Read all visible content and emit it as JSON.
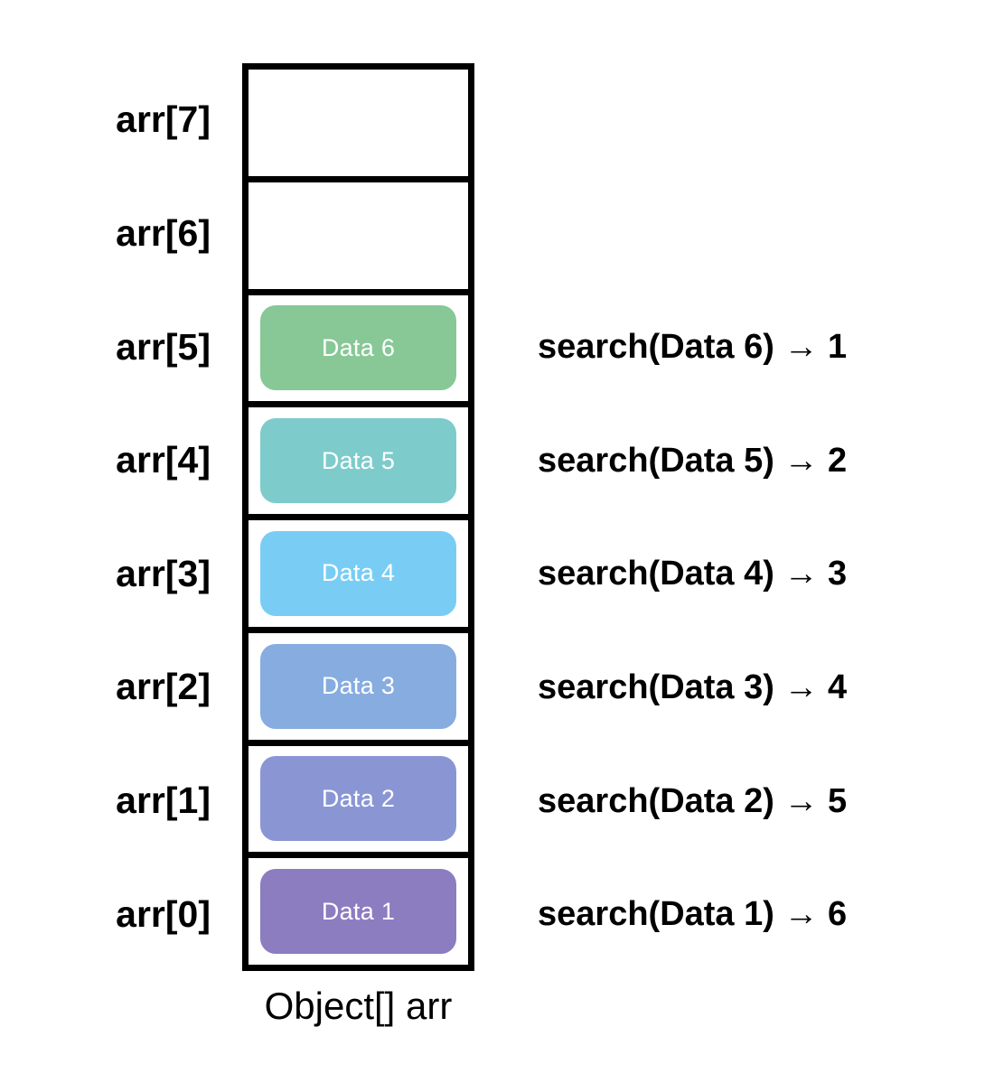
{
  "diagram": {
    "caption": "Object[] arr",
    "arrow_glyph": "→",
    "colors": {
      "outline": "#000000",
      "background": "#ffffff",
      "pill_text": "#ffffff",
      "label_text": "#000000"
    },
    "slots": [
      {
        "index_label": "arr[7]",
        "value": "",
        "filled": false,
        "color": "",
        "search_label": ""
      },
      {
        "index_label": "arr[6]",
        "value": "",
        "filled": false,
        "color": "",
        "search_label": ""
      },
      {
        "index_label": "arr[5]",
        "value": "Data 6",
        "filled": true,
        "color": "#87c896",
        "search_label": "search(Data 6) → 1"
      },
      {
        "index_label": "arr[4]",
        "value": "Data 5",
        "filled": true,
        "color": "#7ecbcb",
        "search_label": "search(Data 5) → 2"
      },
      {
        "index_label": "arr[3]",
        "value": "Data 4",
        "filled": true,
        "color": "#79cdf4",
        "search_label": "search(Data 4) → 3"
      },
      {
        "index_label": "arr[2]",
        "value": "Data 3",
        "filled": true,
        "color": "#86ace0",
        "search_label": "search(Data 3) → 4"
      },
      {
        "index_label": "arr[1]",
        "value": "Data 2",
        "filled": true,
        "color": "#8a96d4",
        "search_label": "search(Data 2) → 5"
      },
      {
        "index_label": "arr[0]",
        "value": "Data 1",
        "filled": true,
        "color": "#8c7cc0",
        "search_label": "search(Data 1) → 6"
      }
    ]
  }
}
